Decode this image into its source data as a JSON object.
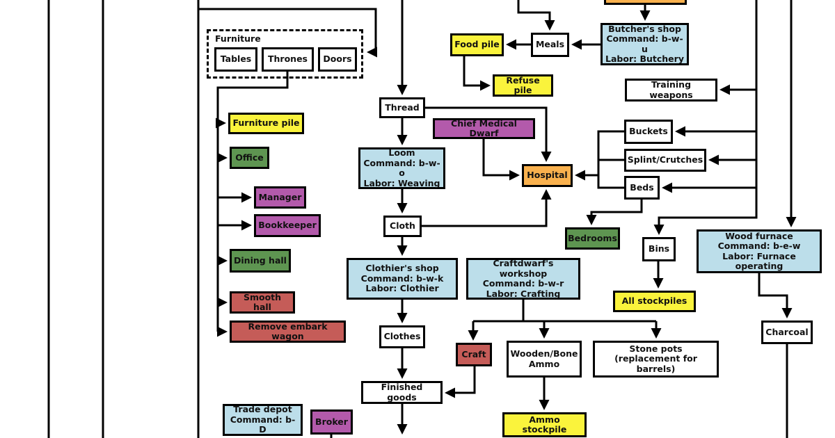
{
  "diagram": {
    "description": "Fortress workflow flowchart (cropped view)",
    "colors": {
      "stockpile_yellow": "#FAF33C",
      "room_green": "#5E9551",
      "noble_purple": "#B35AAB",
      "craft_red": "#C55C58",
      "workshop_blue": "#BCDEEA",
      "hospital_orange": "#F9B14E",
      "item_white": "#FFFFFF",
      "line_black": "#000000"
    },
    "groups": {
      "furniture": {
        "label": "Furniture"
      }
    },
    "nodes": {
      "tables": {
        "label": "Tables"
      },
      "thrones": {
        "label": "Thrones"
      },
      "doors": {
        "label": "Doors"
      },
      "furniture_pile": {
        "label": "Furniture pile"
      },
      "office": {
        "label": "Office"
      },
      "manager": {
        "label": "Manager"
      },
      "bookkeeper": {
        "label": "Bookkeeper"
      },
      "dining_hall": {
        "label": "Dining hall"
      },
      "smooth_hall": {
        "label": "Smooth hall"
      },
      "remove_embark_wagon": {
        "label": "Remove embark wagon"
      },
      "thread": {
        "label": "Thread"
      },
      "loom": {
        "label": "Loom\nCommand: b-w-o\nLabor: Weaving"
      },
      "cloth": {
        "label": "Cloth"
      },
      "clothiers_shop": {
        "label": "Clothier's shop\nCommand: b-w-k\nLabor: Clothier"
      },
      "clothes": {
        "label": "Clothes"
      },
      "finished_goods": {
        "label": "Finished goods"
      },
      "trade_depot": {
        "label": "Trade depot\nCommand: b-D"
      },
      "broker": {
        "label": "Broker"
      },
      "food_pile": {
        "label": "Food pile"
      },
      "meals": {
        "label": "Meals"
      },
      "butchers_shop": {
        "label": "Butcher's shop\nCommand: b-w-u\nLabor: Butchery"
      },
      "refuse_pile": {
        "label": "Refuse pile"
      },
      "top_cut_box": {
        "label": ""
      },
      "training_weapons": {
        "label": "Training weapons"
      },
      "chief_medical_dwarf": {
        "label": "Chief Medical Dwarf"
      },
      "hospital": {
        "label": "Hospital"
      },
      "buckets": {
        "label": "Buckets"
      },
      "splint_crutches": {
        "label": "Splint/Crutches"
      },
      "beds": {
        "label": "Beds"
      },
      "bedrooms": {
        "label": "Bedrooms"
      },
      "bins": {
        "label": "Bins"
      },
      "all_stockpiles": {
        "label": "All stockpiles"
      },
      "wood_furnace": {
        "label": "Wood furnace\nCommand: b-e-w\nLabor: Furnace operating"
      },
      "charcoal": {
        "label": "Charcoal"
      },
      "craftdwarfs_workshop": {
        "label": "Craftdwarf's workshop\nCommand: b-w-r\nLabor: Crafting"
      },
      "craft": {
        "label": "Craft"
      },
      "wooden_bone_ammo": {
        "label": "Wooden/Bone\nAmmo"
      },
      "stone_pots": {
        "label": "Stone pots\n(replacement for barrels)"
      },
      "ammo_stockpile": {
        "label": "Ammo stockpile"
      }
    }
  }
}
